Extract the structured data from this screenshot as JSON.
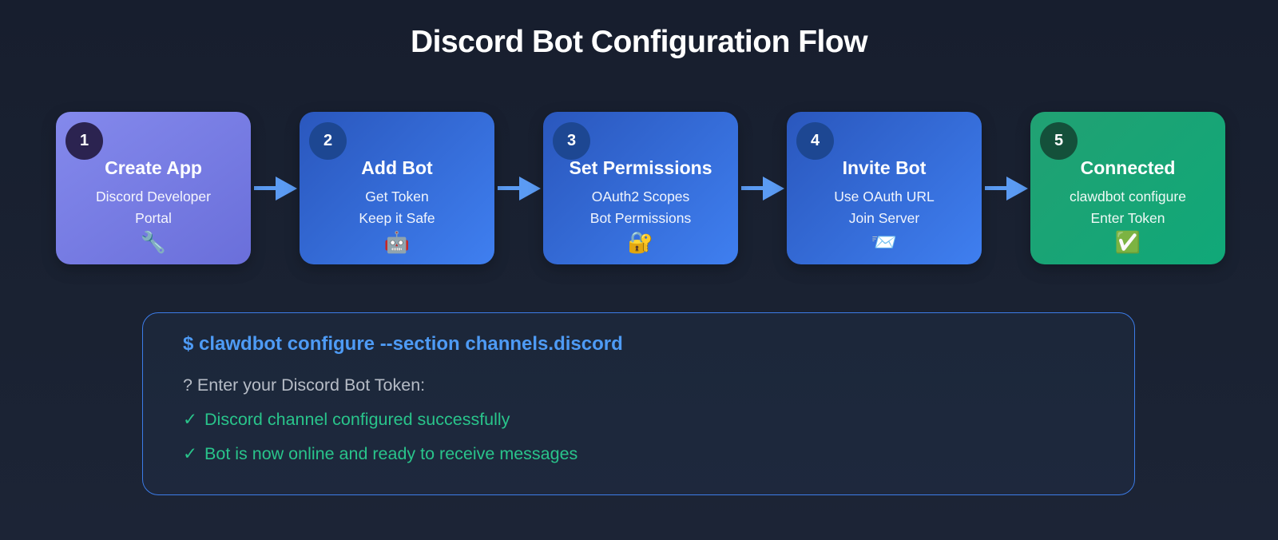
{
  "page": {
    "title": "Discord Bot Configuration Flow"
  },
  "colors": {
    "background": "#1a2232",
    "card_purple": "#7a7fe5",
    "card_blue": "#3a74e0",
    "card_green": "#18a476",
    "arrow_blue": "#5b9bf3",
    "terminal_border": "#3c7ce8",
    "command_blue": "#4e9bf5",
    "prompt_gray": "#b6bcc6",
    "success_green": "#29c48b"
  },
  "flow": {
    "steps": [
      {
        "number": "1",
        "title": "Create App",
        "lines": [
          "Discord Developer",
          "Portal"
        ],
        "emoji": "🔧",
        "emoji_name": "wrench-icon"
      },
      {
        "number": "2",
        "title": "Add Bot",
        "lines": [
          "Get Token",
          "Keep it Safe"
        ],
        "emoji": "🤖",
        "emoji_name": "robot-icon"
      },
      {
        "number": "3",
        "title": "Set Permissions",
        "lines": [
          "OAuth2 Scopes",
          "Bot Permissions"
        ],
        "emoji": "🔐",
        "emoji_name": "lock-with-key-icon"
      },
      {
        "number": "4",
        "title": "Invite Bot",
        "lines": [
          "Use OAuth URL",
          "Join Server"
        ],
        "emoji": "📨",
        "emoji_name": "envelope-icon"
      },
      {
        "number": "5",
        "title": "Connected",
        "lines": [
          "clawdbot configure",
          "Enter Token"
        ],
        "emoji": "✅",
        "emoji_name": "check-mark-button-icon"
      }
    ]
  },
  "terminal": {
    "command": "$ clawdbot configure --section channels.discord",
    "prompt": "? Enter your Discord Bot Token:",
    "success": [
      {
        "icon": "✓",
        "text": "Discord channel configured successfully"
      },
      {
        "icon": "✓",
        "text": "Bot is now online and ready to receive messages"
      }
    ]
  }
}
